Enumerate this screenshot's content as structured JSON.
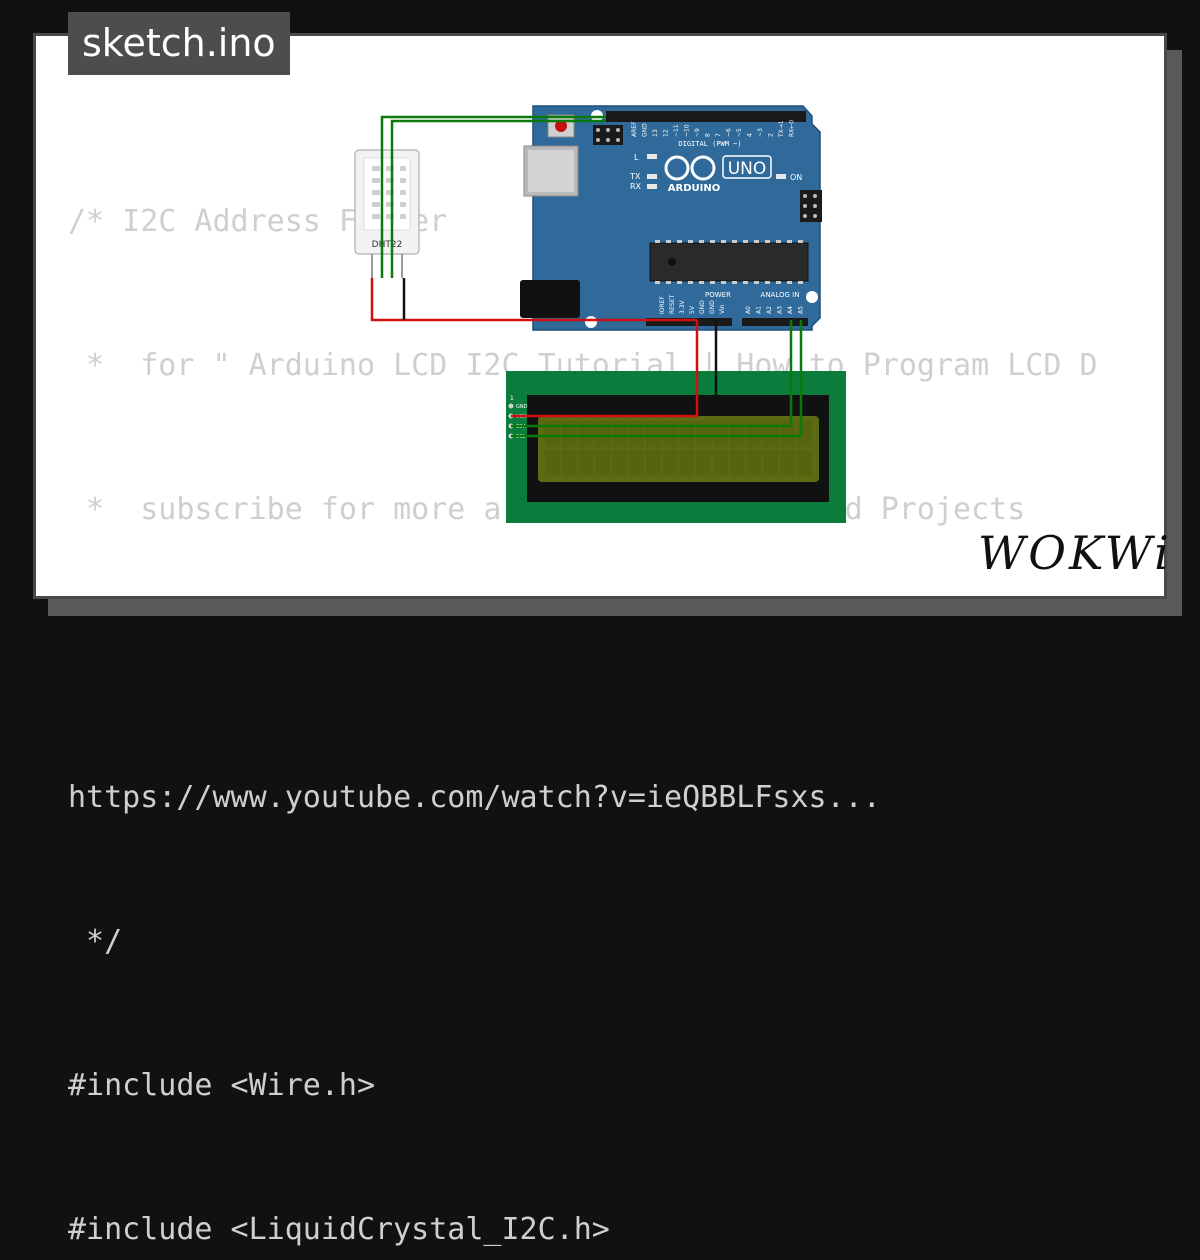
{
  "tag": {
    "label": "sketch.ino"
  },
  "code_lines": [
    "/* I2C Address Finder",
    " *  for \" Arduino LCD I2C Tutorial | How to Program LCD D",
    " *  subscribe for more arduino Tutorials and Projects",
    "",
    "https://www.youtube.com/watch?v=ieQBBLFsxs...",
    " */",
    "#include <Wire.h>",
    "#include <LiquidCrystal_I2C.h>"
  ],
  "sensor": {
    "label": "DHT22"
  },
  "arduino": {
    "brand": "ARDUINO",
    "model": "UNO",
    "digital_header": "DIGITAL (PWM ~)",
    "power_header": "POWER",
    "analog_header": "ANALOG IN",
    "led_l": "L",
    "led_tx": "TX",
    "led_rx": "RX",
    "led_on": "ON",
    "digital_pins": [
      "AREF",
      "GND",
      "13",
      "12",
      "~11",
      "~10",
      "~9",
      "8",
      "7",
      "~6",
      "~5",
      "4",
      "~3",
      "2",
      "TX→1",
      "RX←0"
    ],
    "power_pins": [
      "IOREF",
      "RESET",
      "3.3V",
      "5V",
      "GND",
      "GND",
      "Vin"
    ],
    "analog_pins": [
      "A0",
      "A1",
      "A2",
      "A3",
      "A4",
      "A5"
    ]
  },
  "lcd": {
    "pin1_label": "1",
    "pins": [
      "GND",
      "VCC",
      "SDA",
      "SCL"
    ]
  },
  "logo": {
    "text": "WOKWi"
  },
  "colors": {
    "board": "#2f6a9a",
    "pcb": "#0a7d3c",
    "lcd_bg": "#5c6b12",
    "wire_green": "#0b7a0b",
    "wire_red": "#d01010"
  }
}
